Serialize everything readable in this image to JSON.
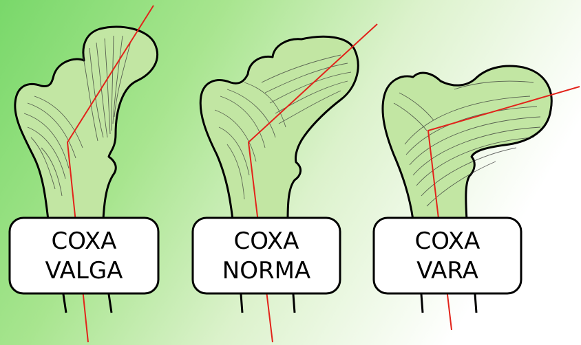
{
  "diagram": {
    "background": {
      "colors": [
        "#79d86a",
        "#b5e8a2",
        "#eaf7e0",
        "#ffffff"
      ]
    },
    "colors": {
      "bone_fill": "#c2e6a3",
      "bone_outline": "#000000",
      "axis_line": "#e2231a",
      "trabecular_lines": "#333333",
      "label_box_fill": "#ffffff",
      "label_box_border": "#000000"
    },
    "femurs": [
      {
        "id": "valga",
        "label_line1": "COXA",
        "label_line2": "VALGA"
      },
      {
        "id": "norma",
        "label_line1": "COXA",
        "label_line2": "NORMA"
      },
      {
        "id": "vara",
        "label_line1": "COXA",
        "label_line2": "VARA"
      }
    ]
  }
}
